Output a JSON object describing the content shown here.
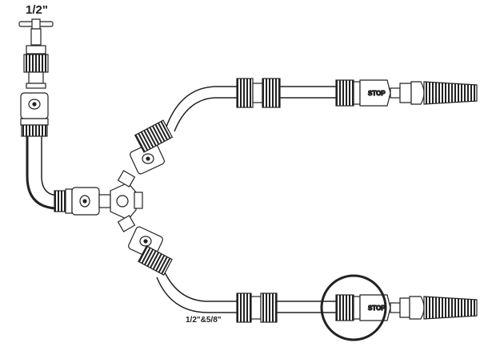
{
  "labels": {
    "tap_size": "1/2\"",
    "hose_size": "1/2\"&5/8\""
  },
  "valve_text": {
    "upper": "STOP",
    "lower": "STOP"
  },
  "colors": {
    "line": "#222222",
    "fill": "#ffffff",
    "dark": "#333333"
  }
}
